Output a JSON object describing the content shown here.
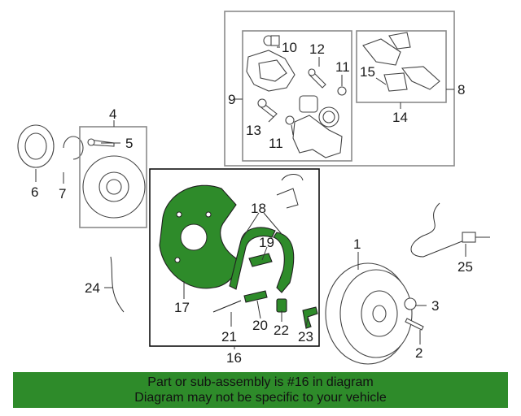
{
  "callouts": {
    "c1": "1",
    "c2": "2",
    "c3": "3",
    "c4": "4",
    "c5": "5",
    "c6": "6",
    "c7": "7",
    "c8": "8",
    "c9": "9",
    "c10": "10",
    "c11a": "11",
    "c11b": "11",
    "c12": "12",
    "c13": "13",
    "c14": "14",
    "c15": "15",
    "c16": "16",
    "c17": "17",
    "c18": "18",
    "c19": "19",
    "c20": "20",
    "c21": "21",
    "c22": "22",
    "c23": "23",
    "c24": "24",
    "c25": "25"
  },
  "banner": {
    "line1": "Part or sub-assembly is #16 in diagram",
    "line2": "Diagram may not be specific to your vehicle"
  },
  "colors": {
    "highlight": "#2e8b2a",
    "frame": "#8a8a8a",
    "focus_frame": "#111111"
  }
}
